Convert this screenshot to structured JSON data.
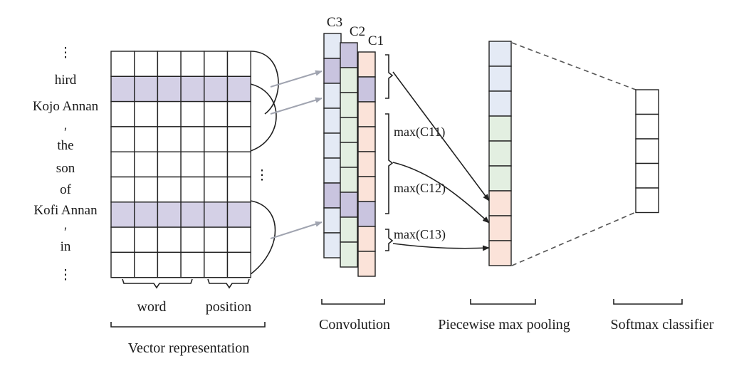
{
  "tokens": [
    "⋮",
    "hird",
    "Kojo Annan",
    "′",
    "the",
    "son",
    "of",
    "Kofi Annan",
    "′",
    "in",
    "⋮"
  ],
  "between_dots": "⋮",
  "channel_labels": [
    "C3",
    "C2",
    "C1"
  ],
  "pool_labels": [
    "max(C11)",
    "max(C12)",
    "max(C13)"
  ],
  "sub_labels": {
    "word": "word",
    "position": "position"
  },
  "stage_labels": {
    "vector": "Vector representation",
    "convolution": "Convolution",
    "pooling": "Piecewise max pooling",
    "softmax": "Softmax classifier"
  },
  "colors": {
    "highlight_row": "#d4d0e6",
    "c3_fill": "#e4eaf5",
    "c2_fill": "#e3efe1",
    "c1_fill": "#fbe3d9",
    "dark_cell": "#c9c4df",
    "gray_arrow": "#a0a4b0",
    "black": "#222222"
  }
}
